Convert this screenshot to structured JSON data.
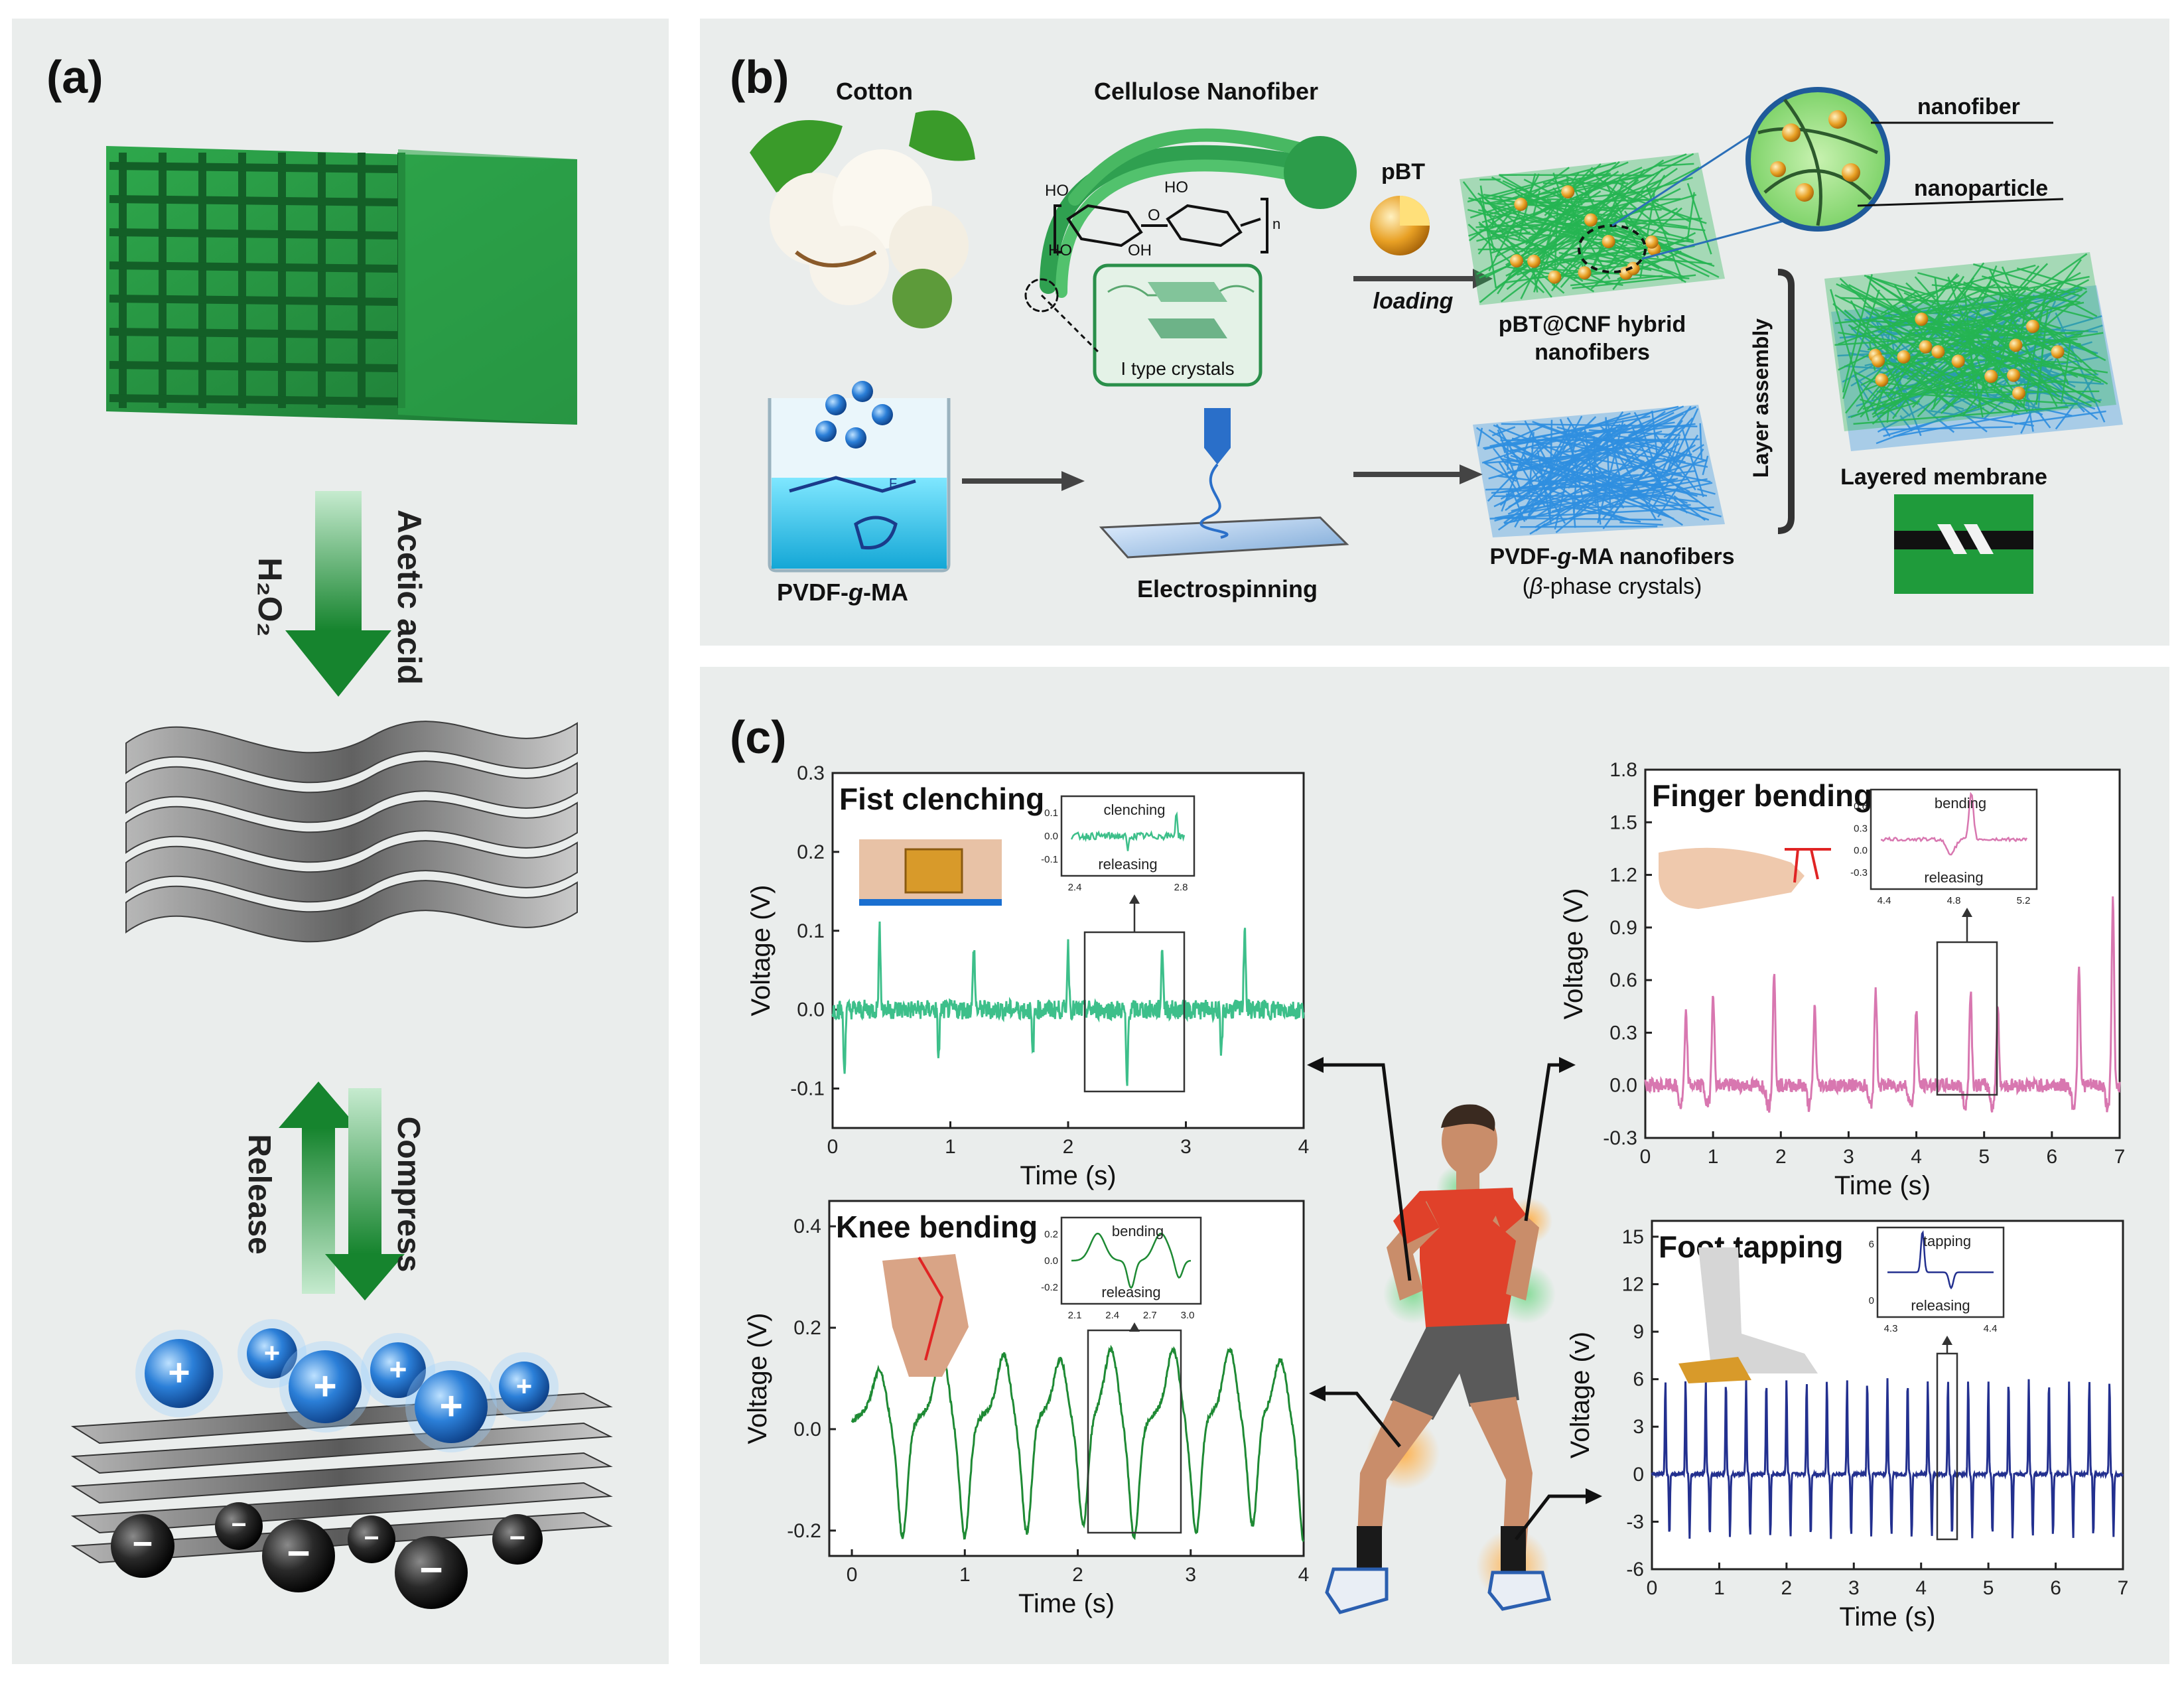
{
  "colors": {
    "panel_bg": "#eaedec",
    "green": "#1f8f3e",
    "green_light": "#3ec46a",
    "teal_signal": "#3dbf8a",
    "pink_signal": "#d877b0",
    "knee_signal": "#1e8a34",
    "foot_signal": "#23308f",
    "blue_fiber": "#2f8fe0",
    "orange": "#e8a024",
    "shirt": "#e0412a"
  },
  "panel_a": {
    "label": "(a)",
    "step1_left": "H₂O₂",
    "step1_right": "Acetic acid",
    "step2_left": "Release",
    "step2_right": "Compress",
    "plus": "+",
    "minus": "−",
    "icons": [
      "graphite-block-icon",
      "wavy-sheets-icon",
      "charged-sheets-icon"
    ]
  },
  "panel_b": {
    "label": "(b)",
    "cotton": "Cotton",
    "cellulose": "Cellulose Nanofiber",
    "ho1": "HO",
    "ho2": "HO",
    "ho3": "HO",
    "oh": "OH",
    "o": "O",
    "n": "n",
    "crystals": "I type crystals",
    "pbt": "pBT",
    "loading": "loading",
    "hybrid_line1": "pBT@CNF hybrid",
    "hybrid_line2": "nanofibers",
    "nanofiber": "nanofiber",
    "nanoparticle": "nanoparticle",
    "layer_assembly": "Layer assembly",
    "layered_membrane": "Layered membrane",
    "pvdf_label_pre": "PVDF-",
    "pvdf_label_g": "g",
    "pvdf_label_post": "-MA",
    "electrospinning": "Electrospinning",
    "pvdf_fibers_pre": "PVDF-",
    "pvdf_fibers_g": "g",
    "pvdf_fibers_post": "-MA nanofibers",
    "beta_pre": "(",
    "beta_b": "β",
    "beta_post": "-phase crystals)",
    "f_label": "F"
  },
  "panel_c": {
    "label": "(c)",
    "human_icon": "runner-icon"
  },
  "chart_data": [
    {
      "type": "line",
      "title": "Fist clenching",
      "xlabel": "Time (s)",
      "ylabel": "Voltage (V)",
      "xlim": [
        0,
        4
      ],
      "ylim": [
        -0.15,
        0.3
      ],
      "xticks": [
        "0",
        "1",
        "2",
        "3",
        "4"
      ],
      "yticks": [
        "-0.1",
        "0.0",
        "0.1",
        "0.2",
        "0.3"
      ],
      "peaks_up": [
        {
          "x": 0.4,
          "y": 0.1
        },
        {
          "x": 1.2,
          "y": 0.08
        },
        {
          "x": 2.0,
          "y": 0.08
        },
        {
          "x": 2.8,
          "y": 0.08
        },
        {
          "x": 3.5,
          "y": 0.11
        }
      ],
      "peaks_down": [
        {
          "x": 0.1,
          "y": -0.08
        },
        {
          "x": 0.9,
          "y": -0.06
        },
        {
          "x": 1.7,
          "y": -0.06
        },
        {
          "x": 2.5,
          "y": -0.1
        },
        {
          "x": 3.3,
          "y": -0.06
        }
      ],
      "inset": {
        "top": "clenching",
        "bottom": "releasing",
        "xticks": [
          "2.4",
          "2.8"
        ],
        "yticks": [
          "0.1",
          "0.0",
          "-0.1"
        ]
      }
    },
    {
      "type": "line",
      "title": "Finger bending",
      "xlabel": "Time (s)",
      "ylabel": "Voltage (V)",
      "xlim": [
        0,
        7
      ],
      "ylim": [
        -0.3,
        1.8
      ],
      "xticks": [
        "0",
        "1",
        "2",
        "3",
        "4",
        "5",
        "6",
        "7"
      ],
      "yticks": [
        "-0.3",
        "0.0",
        "0.3",
        "0.6",
        "0.9",
        "1.2",
        "1.5",
        "1.8"
      ],
      "peaks_up": [
        {
          "x": 0.6,
          "y": 0.4
        },
        {
          "x": 1.0,
          "y": 0.55
        },
        {
          "x": 1.9,
          "y": 0.65
        },
        {
          "x": 2.5,
          "y": 0.45
        },
        {
          "x": 3.4,
          "y": 0.55
        },
        {
          "x": 4.0,
          "y": 0.45
        },
        {
          "x": 4.8,
          "y": 0.55
        },
        {
          "x": 5.2,
          "y": 0.45
        },
        {
          "x": 6.4,
          "y": 0.7
        },
        {
          "x": 6.9,
          "y": 1.05
        }
      ],
      "inset": {
        "top": "bending",
        "bottom": "releasing",
        "xticks": [
          "4.4",
          "4.8",
          "5.2"
        ],
        "yticks": [
          "0.6",
          "0.3",
          "0.0",
          "-0.3"
        ]
      }
    },
    {
      "type": "line",
      "title": "Knee bending",
      "xlabel": "Time (s)",
      "ylabel": "Voltage (V)",
      "xlim": [
        -0.2,
        4
      ],
      "ylim": [
        -0.25,
        0.45
      ],
      "xticks": [
        "0",
        "1",
        "2",
        "3",
        "4"
      ],
      "yticks": [
        "-0.2",
        "0.0",
        "0.2",
        "0.4"
      ],
      "peaks_up": [
        {
          "x": 0.25,
          "y": 0.12
        },
        {
          "x": 0.8,
          "y": 0.16
        },
        {
          "x": 1.35,
          "y": 0.15
        },
        {
          "x": 1.85,
          "y": 0.14
        },
        {
          "x": 2.3,
          "y": 0.16
        },
        {
          "x": 2.85,
          "y": 0.16
        },
        {
          "x": 3.35,
          "y": 0.16
        },
        {
          "x": 3.8,
          "y": 0.14
        }
      ],
      "inset": {
        "top": "bending",
        "bottom": "releasing",
        "xticks": [
          "2.1",
          "2.4",
          "2.7",
          "3.0"
        ],
        "yticks": [
          "0.2",
          "0.0",
          "-0.2"
        ]
      }
    },
    {
      "type": "line",
      "title": "Foot tapping",
      "xlabel": "Time (s)",
      "ylabel": "Voltage (v)",
      "xlim": [
        0,
        7
      ],
      "ylim": [
        -6,
        16
      ],
      "xticks": [
        "0",
        "1",
        "2",
        "3",
        "4",
        "5",
        "6",
        "7"
      ],
      "yticks": [
        "-6",
        "-3",
        "0",
        "3",
        "6",
        "9",
        "12",
        "15"
      ],
      "peak_amplitude": 6,
      "trough_amplitude": -4,
      "inset": {
        "top": "tapping",
        "bottom": "releasing",
        "xticks": [
          "4.3",
          "4.4"
        ],
        "yticks": [
          "6",
          "0"
        ]
      }
    }
  ]
}
